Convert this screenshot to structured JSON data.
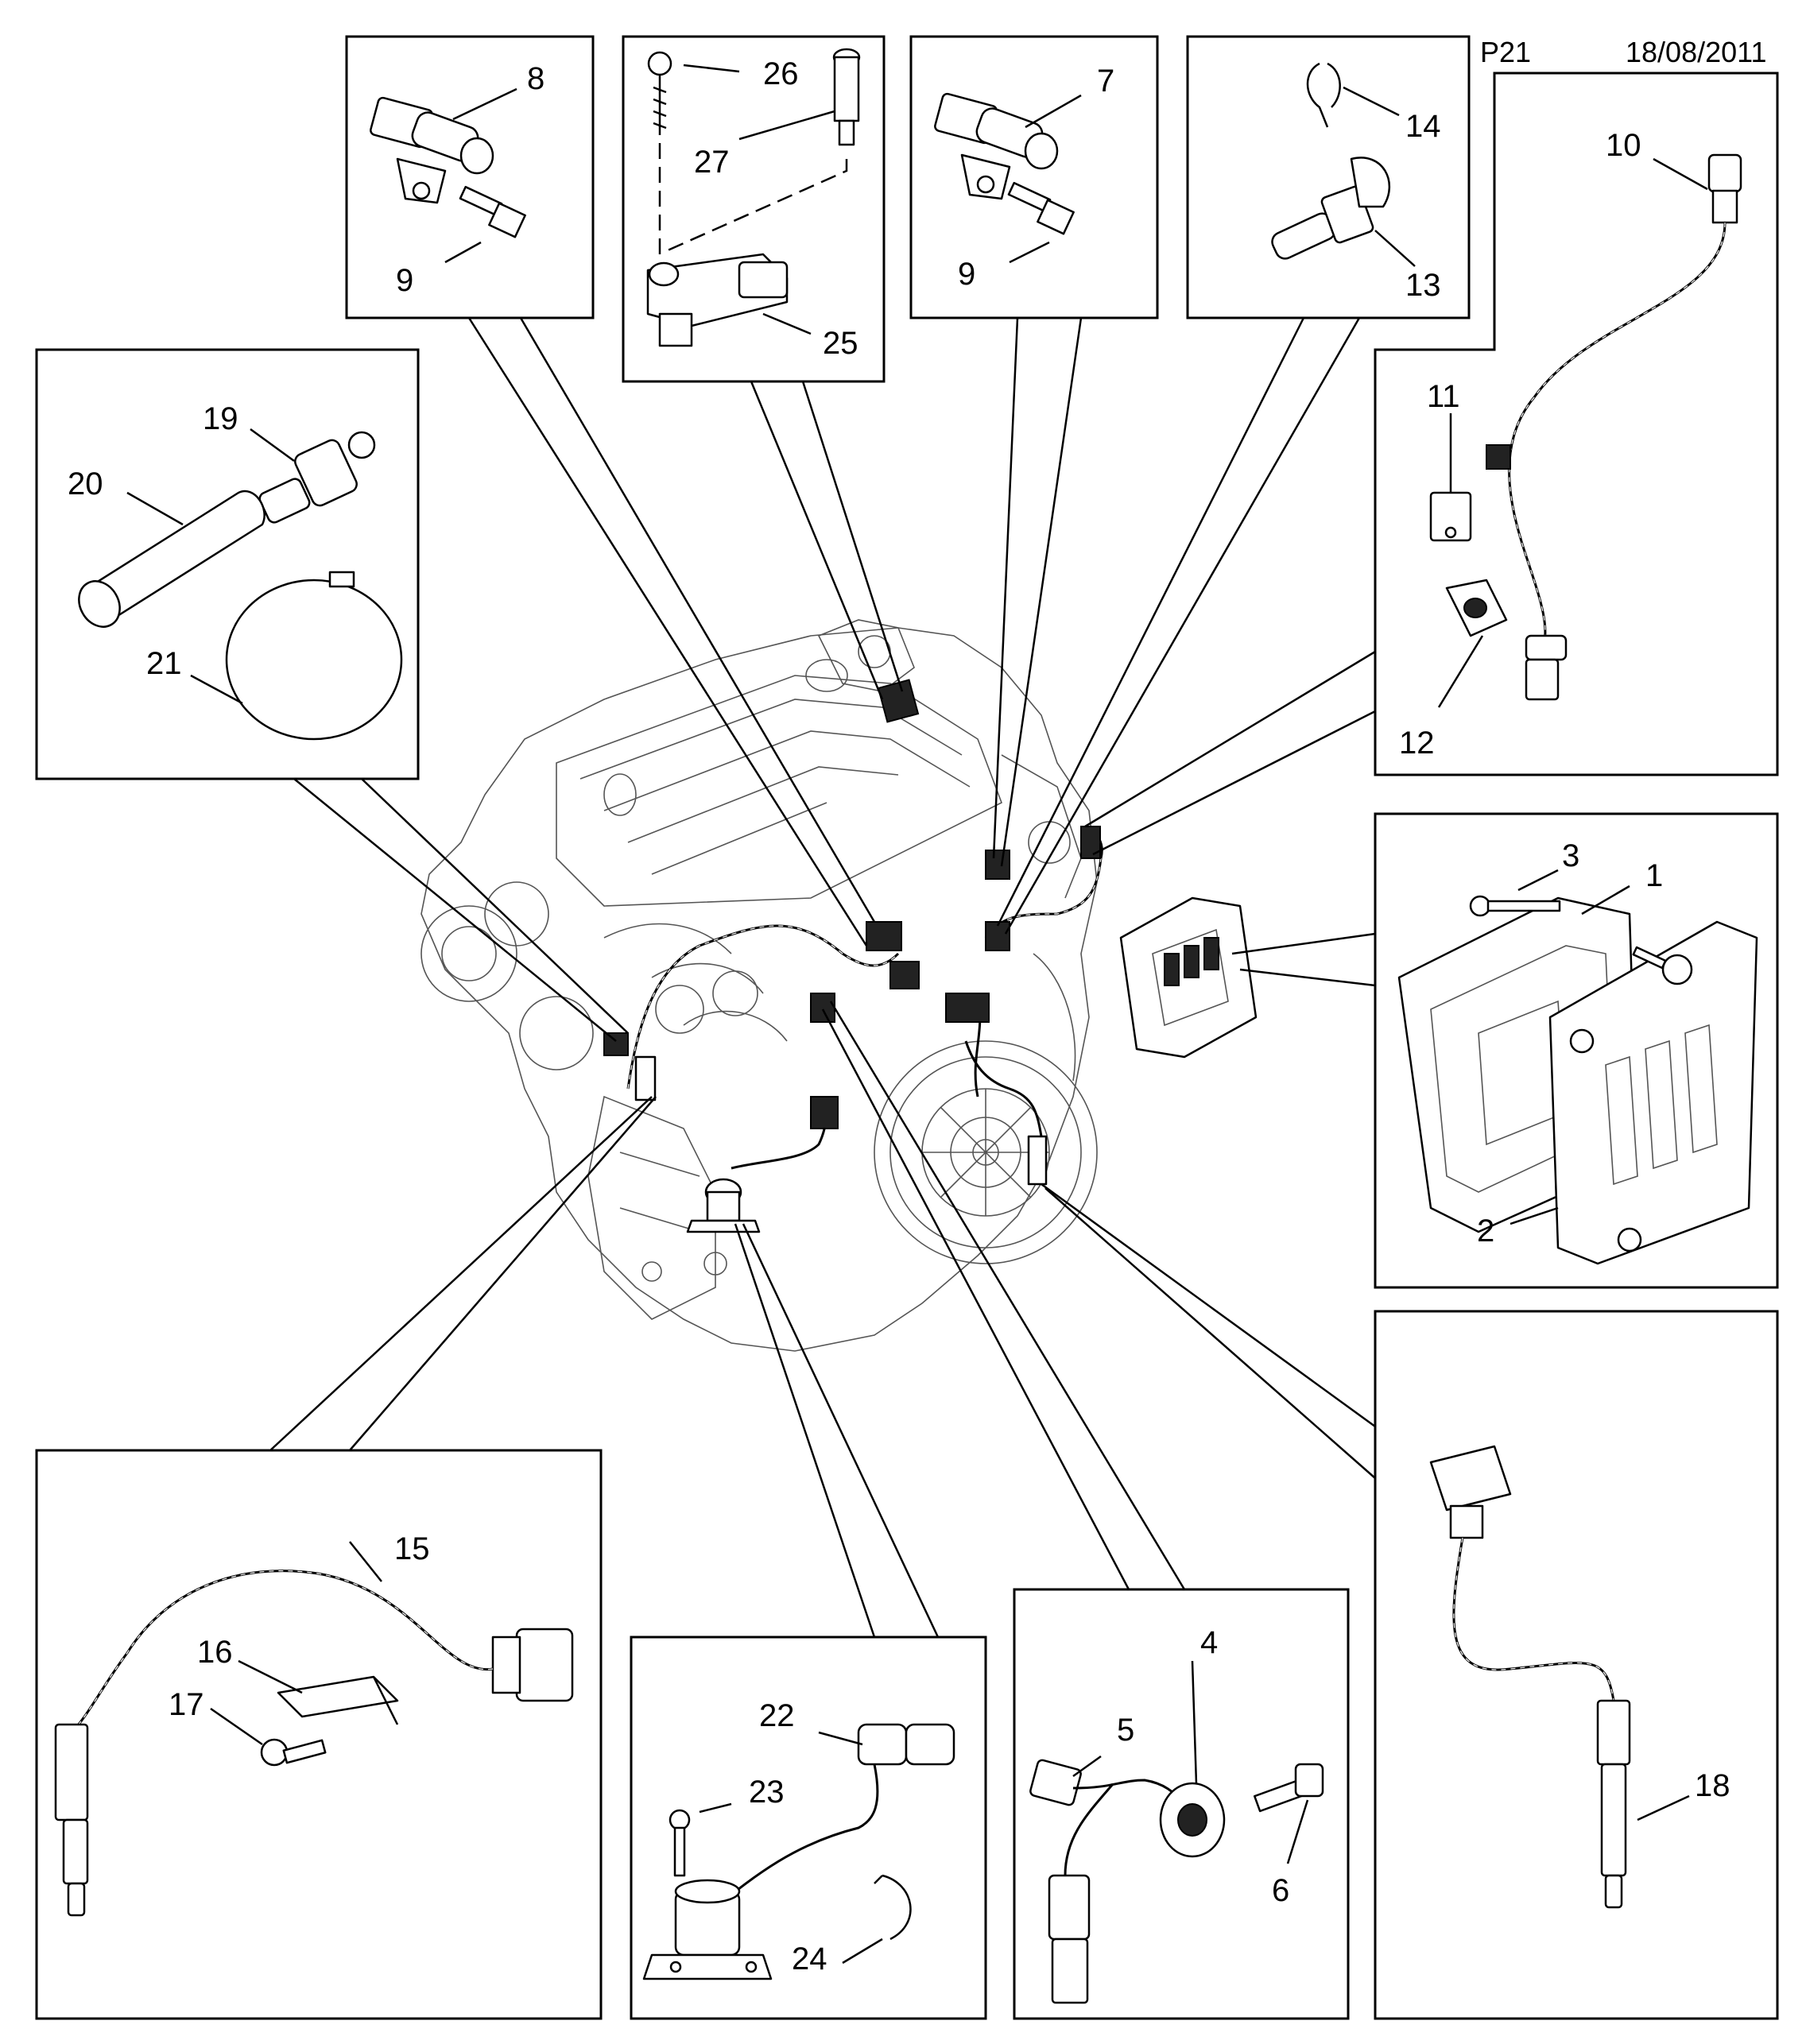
{
  "header": {
    "page_code": "P21",
    "date": "18/08/2011"
  },
  "callouts": [
    "1",
    "2",
    "3",
    "4",
    "5",
    "6",
    "7",
    "8",
    "9",
    "9",
    "10",
    "11",
    "12",
    "13",
    "14",
    "15",
    "16",
    "17",
    "18",
    "19",
    "20",
    "21",
    "22",
    "23",
    "24",
    "25",
    "26",
    "27"
  ],
  "icons": [
    "engine-assembly",
    "ecu-module",
    "heat-shield",
    "oxygen-sensor",
    "knock-sensor",
    "camshaft-sensor",
    "crankshaft-sensor",
    "map-sensor",
    "coolant-temp-sensor",
    "oil-pressure-switch",
    "wiring-harness",
    "connector",
    "bolt",
    "clip"
  ]
}
